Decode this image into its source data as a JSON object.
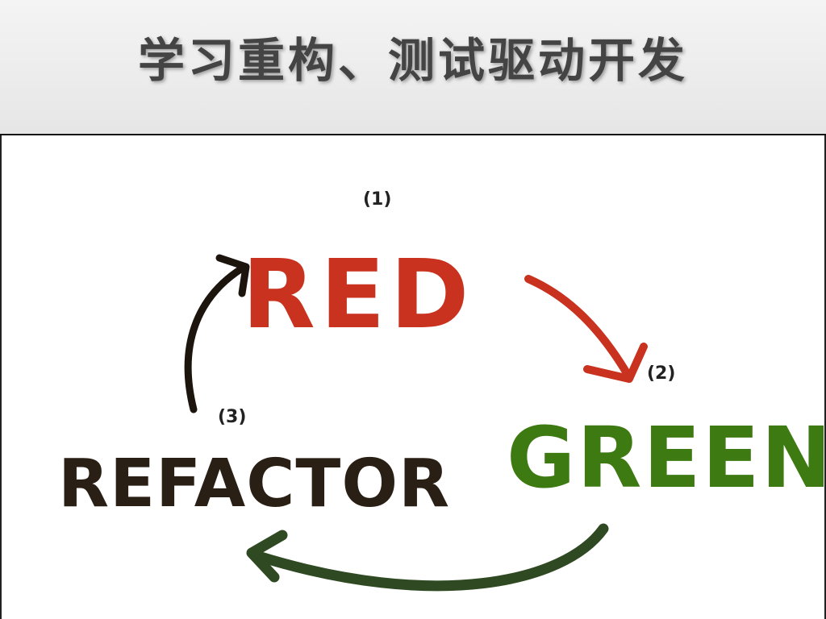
{
  "slide": {
    "title": "学习重构、测试驱动开发"
  },
  "diagram": {
    "nodes": [
      {
        "label": "RED",
        "step": "(1)",
        "color": "#c8321e"
      },
      {
        "label": "GREEN",
        "step": "(2)",
        "color": "#3d7a12"
      },
      {
        "label": "REFACTOR",
        "step": "(3)",
        "color": "#2a1f14"
      }
    ],
    "arrows": [
      {
        "from": "RED",
        "to": "GREEN",
        "color": "#c8321e"
      },
      {
        "from": "GREEN",
        "to": "REFACTOR",
        "color": "#2f4a22"
      },
      {
        "from": "REFACTOR",
        "to": "RED",
        "color": "#1c150e"
      }
    ]
  }
}
